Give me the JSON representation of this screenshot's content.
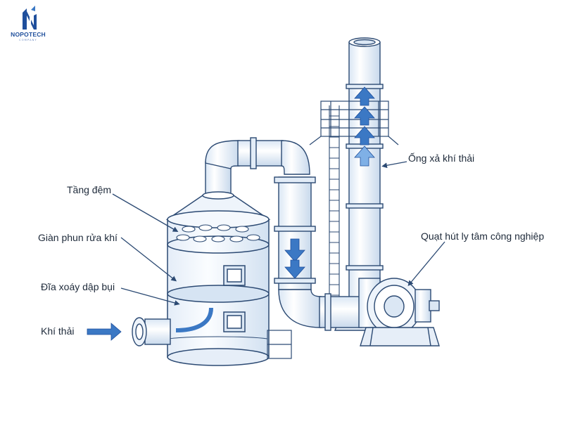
{
  "logo": {
    "name": "NOPOTECH",
    "subtitle": "COMPANY",
    "color": "#1f4f9c"
  },
  "labels": {
    "packing_layer": "Tầng đệm",
    "spray_rack": "Giàn phun rửa khí",
    "swirl_disc": "Đĩa xoáy dập bụi",
    "exhaust_gas": "Khí thải",
    "exhaust_stack": "Ống xả khí thải",
    "centrifugal_fan": "Quạt hút ly tâm công nghiệp"
  },
  "colors": {
    "line": "#2c4a73",
    "arrow": "#3b78c4",
    "arrow_light": "#7fb0e6",
    "fill": "#eef4fb"
  }
}
